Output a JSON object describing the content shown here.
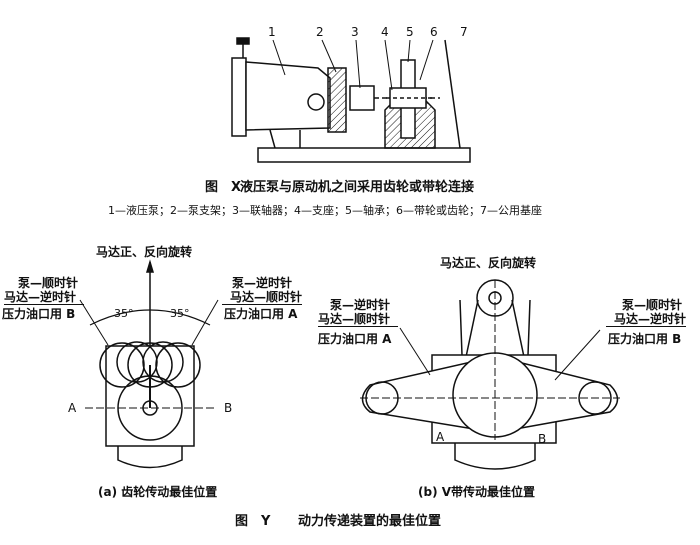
{
  "figure_x": {
    "part_numbers": [
      "1",
      "2",
      "3",
      "4",
      "5",
      "6",
      "7"
    ],
    "caption_label": "图　X",
    "caption_title": "液压泵与原动机之间采用齿轮或带轮连接",
    "legend": "1—液压泵；2—泵支架；3—联轴器；4—支座；5—轴承；6—带轮或齿轮；7—公用基座"
  },
  "figure_a": {
    "top_label": "马达正、反向旋转",
    "left_lines": [
      "泵—顺时针",
      "马达—逆时针",
      "压力油口用 B"
    ],
    "right_lines": [
      "泵—逆时针",
      "马达—顺时针",
      "压力油口用 A"
    ],
    "angle_left": "35°",
    "angle_right": "35°",
    "axis_a": "A",
    "axis_b": "B",
    "caption": "(a) 齿轮传动最佳位置"
  },
  "figure_b": {
    "top_label": "马达正、反向旋转",
    "left_lines": [
      "泵—逆时针",
      "马达—顺时针",
      "压力油口用 A"
    ],
    "right_lines": [
      "泵—顺时针",
      "马达—逆时针",
      "压力油口用 B"
    ],
    "axis_a": "A",
    "axis_b": "B",
    "caption": "(b) V带传动最佳位置"
  },
  "figure_y": {
    "caption_label": "图　Y",
    "caption_title": "动力传递装置的最佳位置"
  }
}
